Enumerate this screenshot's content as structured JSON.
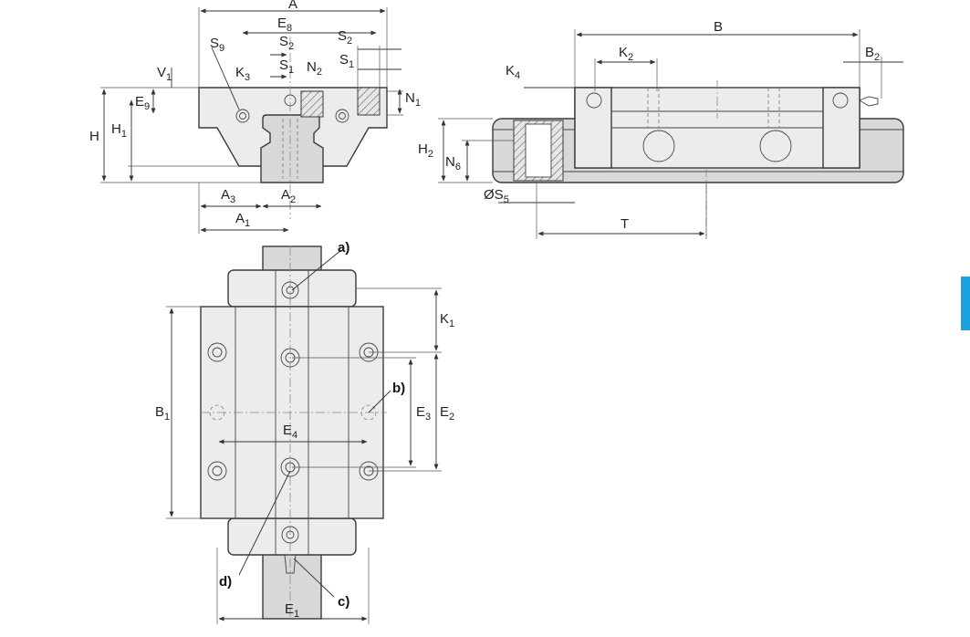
{
  "colors": {
    "accent_tab": "#1aa3e0",
    "line": "#3a3a3a",
    "fill": "#ececec"
  },
  "front_view": {
    "A": "A",
    "E8": {
      "main": "E",
      "sub": "8"
    },
    "S9": {
      "main": "S",
      "sub": "9"
    },
    "S2a": {
      "main": "S",
      "sub": "2"
    },
    "S2b": {
      "main": "S",
      "sub": "2"
    },
    "S1a": {
      "main": "S",
      "sub": "1"
    },
    "S1b": {
      "main": "S",
      "sub": "1"
    },
    "V1": {
      "main": "V",
      "sub": "1"
    },
    "K3": {
      "main": "K",
      "sub": "3"
    },
    "N2": {
      "main": "N",
      "sub": "2"
    },
    "N1": {
      "main": "N",
      "sub": "1"
    },
    "E9": {
      "main": "E",
      "sub": "9"
    },
    "H": "H",
    "H1": {
      "main": "H",
      "sub": "1"
    },
    "A3": {
      "main": "A",
      "sub": "3"
    },
    "A2": {
      "main": "A",
      "sub": "2"
    },
    "A1": {
      "main": "A",
      "sub": "1"
    }
  },
  "side_view": {
    "B": "B",
    "K2": {
      "main": "K",
      "sub": "2"
    },
    "B2": {
      "main": "B",
      "sub": "2"
    },
    "K4": {
      "main": "K",
      "sub": "4"
    },
    "H2": {
      "main": "H",
      "sub": "2"
    },
    "N6": {
      "main": "N",
      "sub": "6"
    },
    "S5": {
      "main": "ØS",
      "sub": "5"
    },
    "T": "T"
  },
  "top_view": {
    "K1": {
      "main": "K",
      "sub": "1"
    },
    "B1": {
      "main": "B",
      "sub": "1"
    },
    "E3": {
      "main": "E",
      "sub": "3"
    },
    "E2": {
      "main": "E",
      "sub": "2"
    },
    "E4": {
      "main": "E",
      "sub": "4"
    },
    "E1": {
      "main": "E",
      "sub": "1"
    },
    "callout_a": "a)",
    "callout_b": "b)",
    "callout_c": "c)",
    "callout_d": "d)"
  }
}
